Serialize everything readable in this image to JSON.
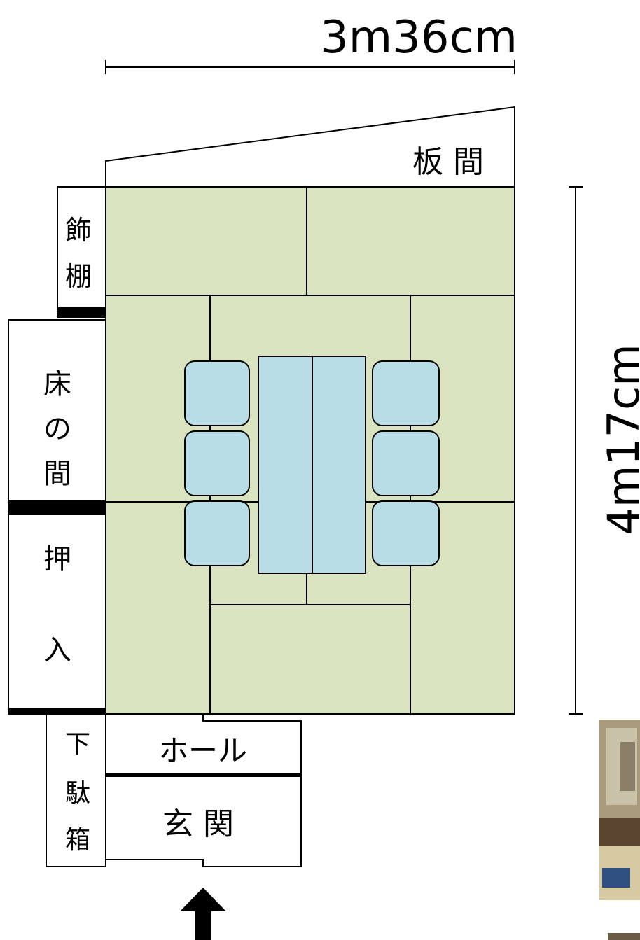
{
  "dimensions": {
    "width_label": "3m36cm",
    "depth_label": "4m17cm"
  },
  "rooms": {
    "itama": "板 間",
    "kazaridana": [
      "飾",
      "棚"
    ],
    "tokonoma": [
      "床",
      "の",
      "間"
    ],
    "oshiire": [
      "押",
      "入"
    ],
    "getabako": [
      "下",
      "駄",
      "箱"
    ],
    "hall": "ホール",
    "genkan": "玄 関"
  },
  "colors": {
    "tatami": "#d9e3bf",
    "furniture": "#b8dde6",
    "line": "#000000",
    "background": "#ffffff"
  },
  "icons": {
    "entrance_arrow": "arrow-up-icon"
  }
}
